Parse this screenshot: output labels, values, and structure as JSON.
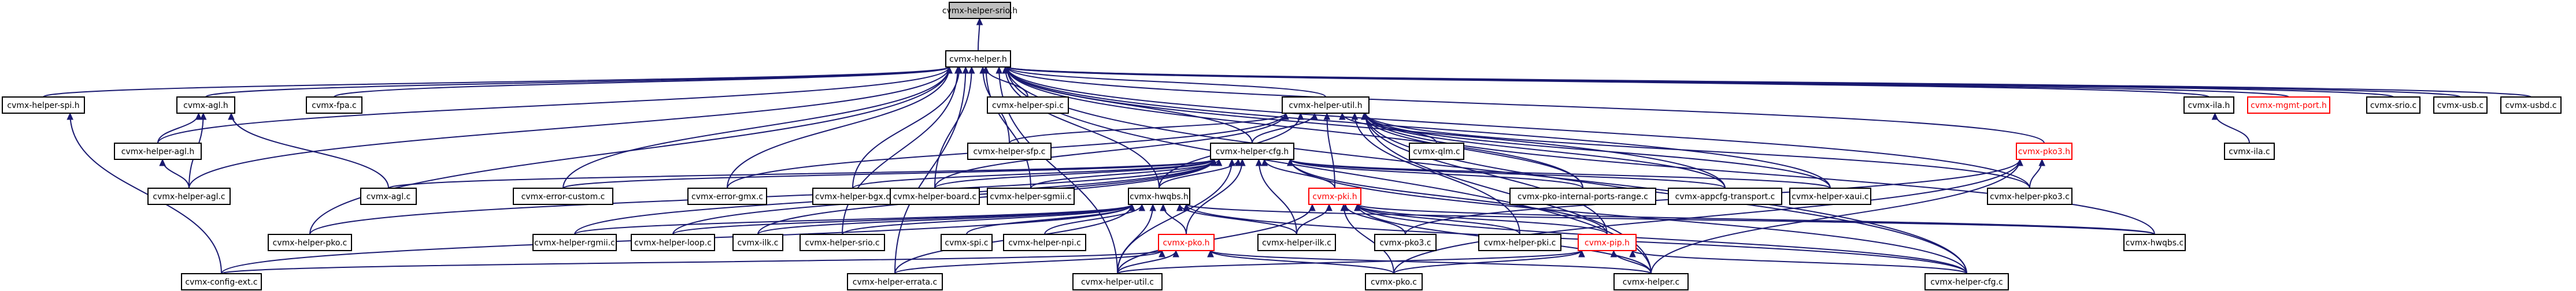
{
  "diagram": {
    "colors": {
      "edge": "#191970",
      "root_fill": "#bfbfbf",
      "node_stroke": "#000000",
      "red_text": "#ff0000"
    },
    "nodes": [
      {
        "id": "srio_h",
        "label": "cvmx-helper-srio.h",
        "style": "root"
      },
      {
        "id": "helper_h",
        "label": "cvmx-helper.h"
      },
      {
        "id": "spi_h",
        "label": "cvmx-helper-spi.h"
      },
      {
        "id": "agl_h",
        "label": "cvmx-agl.h"
      },
      {
        "id": "fpa_c",
        "label": "cvmx-fpa.c"
      },
      {
        "id": "spi_c",
        "label": "cvmx-helper-spi.c"
      },
      {
        "id": "util_h",
        "label": "cvmx-helper-util.h"
      },
      {
        "id": "ila_h",
        "label": "cvmx-ila.h"
      },
      {
        "id": "mgmt_h",
        "label": "cvmx-mgmt-port.h",
        "style": "red"
      },
      {
        "id": "srio_c",
        "label": "cvmx-srio.c"
      },
      {
        "id": "usb_c",
        "label": "cvmx-usb.c"
      },
      {
        "id": "usbd_c",
        "label": "cvmx-usbd.c"
      },
      {
        "id": "hagl_h",
        "label": "cvmx-helper-agl.h"
      },
      {
        "id": "sfp_c",
        "label": "cvmx-helper-sfp.c"
      },
      {
        "id": "qlm_c",
        "label": "cvmx-qlm.c"
      },
      {
        "id": "ila_c",
        "label": "cvmx-ila.c"
      },
      {
        "id": "cfg_h",
        "label": "cvmx-helper-cfg.h"
      },
      {
        "id": "pko3_h",
        "label": "cvmx-pko3.h",
        "style": "red"
      },
      {
        "id": "hagl_c",
        "label": "cvmx-helper-agl.c"
      },
      {
        "id": "agl_c",
        "label": "cvmx-agl.c"
      },
      {
        "id": "errcust_c",
        "label": "cvmx-error-custom.c"
      },
      {
        "id": "errgmx_c",
        "label": "cvmx-error-gmx.c"
      },
      {
        "id": "bgx_c",
        "label": "cvmx-helper-bgx.c"
      },
      {
        "id": "board_c",
        "label": "cvmx-helper-board.c"
      },
      {
        "id": "sgmii_c",
        "label": "cvmx-helper-sgmii.c"
      },
      {
        "id": "pkoipr_c",
        "label": "cvmx-pko-internal-ports-range.c"
      },
      {
        "id": "appcfg_c",
        "label": "cvmx-appcfg-transport.c"
      },
      {
        "id": "xaui_c",
        "label": "cvmx-helper-xaui.c"
      },
      {
        "id": "hpko3_c",
        "label": "cvmx-helper-pko3.c"
      },
      {
        "id": "hwqbs_h",
        "label": "cvmx-hwqbs.h"
      },
      {
        "id": "pki_h",
        "label": "cvmx-pki.h",
        "style": "red"
      },
      {
        "id": "hpko_c",
        "label": "cvmx-helper-pko.c"
      },
      {
        "id": "rgmii_c",
        "label": "cvmx-helper-rgmii.c"
      },
      {
        "id": "loop_c",
        "label": "cvmx-helper-loop.c"
      },
      {
        "id": "ilk_c",
        "label": "cvmx-ilk.c"
      },
      {
        "id": "hsrio_c",
        "label": "cvmx-helper-srio.c"
      },
      {
        "id": "spi2_c",
        "label": "cvmx-spi.c"
      },
      {
        "id": "npi_c",
        "label": "cvmx-helper-npi.c"
      },
      {
        "id": "hilk_c",
        "label": "cvmx-helper-ilk.c"
      },
      {
        "id": "pko3_c",
        "label": "cvmx-pko3.c"
      },
      {
        "id": "hpki_c",
        "label": "cvmx-helper-pki.c"
      },
      {
        "id": "pip_h",
        "label": "cvmx-pip.h",
        "style": "red"
      },
      {
        "id": "hwqbs_c",
        "label": "cvmx-hwqbs.c"
      },
      {
        "id": "pko_h",
        "label": "cvmx-pko.h",
        "style": "red"
      },
      {
        "id": "confext_c",
        "label": "cvmx-config-ext.c"
      },
      {
        "id": "errata_c",
        "label": "cvmx-helper-errata.c"
      },
      {
        "id": "hutil_c",
        "label": "cvmx-helper-util.c"
      },
      {
        "id": "pko_c",
        "label": "cvmx-pko.c"
      },
      {
        "id": "helper_c",
        "label": "cvmx-helper.c"
      },
      {
        "id": "hcfg_c",
        "label": "cvmx-helper-cfg.c"
      }
    ],
    "edges": [
      [
        "helper_h",
        "srio_h"
      ],
      [
        "spi_h",
        "helper_h"
      ],
      [
        "agl_h",
        "helper_h"
      ],
      [
        "fpa_c",
        "helper_h"
      ],
      [
        "spi_c",
        "helper_h"
      ],
      [
        "util_h",
        "helper_h"
      ],
      [
        "ila_h",
        "helper_h"
      ],
      [
        "mgmt_h",
        "helper_h"
      ],
      [
        "srio_c",
        "helper_h"
      ],
      [
        "usb_c",
        "helper_h"
      ],
      [
        "usbd_c",
        "helper_h"
      ],
      [
        "hagl_h",
        "helper_h"
      ],
      [
        "sfp_c",
        "helper_h"
      ],
      [
        "hagl_c",
        "helper_h"
      ],
      [
        "pkoipr_c",
        "helper_h"
      ],
      [
        "appcfg_c",
        "helper_h"
      ],
      [
        "xaui_c",
        "helper_h"
      ],
      [
        "hpko3_c",
        "helper_h"
      ],
      [
        "hwqbs_h",
        "helper_h"
      ],
      [
        "hsrio_c",
        "helper_h"
      ],
      [
        "hpko_c",
        "helper_h"
      ],
      [
        "errcust_c",
        "helper_h"
      ],
      [
        "errgmx_c",
        "helper_h"
      ],
      [
        "bgx_c",
        "helper_h"
      ],
      [
        "board_c",
        "helper_h"
      ],
      [
        "sgmii_c",
        "helper_h"
      ],
      [
        "errata_c",
        "helper_h"
      ],
      [
        "hutil_c",
        "helper_h"
      ],
      [
        "helper_c",
        "helper_h"
      ],
      [
        "hcfg_c",
        "helper_h"
      ],
      [
        "pko3_h",
        "helper_h"
      ],
      [
        "cfg_h",
        "helper_h"
      ],
      [
        "confext_c",
        "spi_h"
      ],
      [
        "hagl_h",
        "agl_h"
      ],
      [
        "hagl_c",
        "agl_h"
      ],
      [
        "agl_c",
        "agl_h"
      ],
      [
        "hagl_c",
        "hagl_h"
      ],
      [
        "ila_c",
        "ila_h"
      ],
      [
        "sfp_c",
        "util_h"
      ],
      [
        "qlm_c",
        "util_h"
      ],
      [
        "cfg_h",
        "util_h"
      ],
      [
        "hwqbs_h",
        "util_h"
      ],
      [
        "pki_h",
        "util_h"
      ],
      [
        "pkoipr_c",
        "util_h"
      ],
      [
        "appcfg_c",
        "util_h"
      ],
      [
        "hwqbs_c",
        "util_h"
      ],
      [
        "pip_h",
        "util_h"
      ],
      [
        "board_c",
        "util_h"
      ],
      [
        "hpki_c",
        "util_h"
      ],
      [
        "helper_c",
        "util_h"
      ],
      [
        "hcfg_c",
        "util_h"
      ],
      [
        "hpko3_c",
        "util_h"
      ],
      [
        "errgmx_c",
        "util_h"
      ],
      [
        "xaui_c",
        "util_h"
      ],
      [
        "hwqbs_h",
        "cfg_h"
      ],
      [
        "pki_h",
        "cfg_h"
      ],
      [
        "agl_c",
        "cfg_h"
      ],
      [
        "errcust_c",
        "cfg_h"
      ],
      [
        "bgx_c",
        "cfg_h"
      ],
      [
        "board_c",
        "cfg_h"
      ],
      [
        "sgmii_c",
        "cfg_h"
      ],
      [
        "pkoipr_c",
        "cfg_h"
      ],
      [
        "appcfg_c",
        "cfg_h"
      ],
      [
        "xaui_c",
        "cfg_h"
      ],
      [
        "hpko_c",
        "cfg_h"
      ],
      [
        "rgmii_c",
        "cfg_h"
      ],
      [
        "loop_c",
        "cfg_h"
      ],
      [
        "ilk_c",
        "cfg_h"
      ],
      [
        "hilk_c",
        "cfg_h"
      ],
      [
        "pko_h",
        "cfg_h"
      ],
      [
        "hutil_c",
        "cfg_h"
      ],
      [
        "pip_h",
        "cfg_h"
      ],
      [
        "hcfg_c",
        "cfg_h"
      ],
      [
        "hpko3_c",
        "pko3_h"
      ],
      [
        "pko3_c",
        "pko3_h"
      ],
      [
        "helper_c",
        "pko3_h"
      ],
      [
        "pko_c",
        "pko3_h"
      ],
      [
        "confext_c",
        "hwqbs_h"
      ],
      [
        "rgmii_c",
        "hwqbs_h"
      ],
      [
        "loop_c",
        "hwqbs_h"
      ],
      [
        "ilk_c",
        "hwqbs_h"
      ],
      [
        "hsrio_c",
        "hwqbs_h"
      ],
      [
        "spi2_c",
        "hwqbs_h"
      ],
      [
        "npi_c",
        "hwqbs_h"
      ],
      [
        "hilk_c",
        "hwqbs_h"
      ],
      [
        "pko_h",
        "hwqbs_h"
      ],
      [
        "hutil_c",
        "hwqbs_h"
      ],
      [
        "errata_c",
        "hwqbs_h"
      ],
      [
        "hwqbs_c",
        "hwqbs_h"
      ],
      [
        "hcfg_c",
        "hwqbs_h"
      ],
      [
        "pko3_c",
        "pki_h"
      ],
      [
        "hpki_c",
        "pki_h"
      ],
      [
        "pip_h",
        "pki_h"
      ],
      [
        "hilk_c",
        "pki_h"
      ],
      [
        "hutil_c",
        "pki_h"
      ],
      [
        "pko_c",
        "pki_h"
      ],
      [
        "helper_c",
        "pki_h"
      ],
      [
        "hcfg_c",
        "pki_h"
      ],
      [
        "hwqbs_c",
        "pki_h"
      ],
      [
        "helper_c",
        "pip_h"
      ],
      [
        "hcfg_c",
        "pip_h"
      ],
      [
        "pko_c",
        "pip_h"
      ],
      [
        "hutil_c",
        "pip_h"
      ],
      [
        "confext_c",
        "pko_h"
      ],
      [
        "errata_c",
        "pko_h"
      ],
      [
        "hutil_c",
        "pko_h"
      ],
      [
        "pko_c",
        "pko_h"
      ],
      [
        "helper_c",
        "pko_h"
      ]
    ]
  }
}
